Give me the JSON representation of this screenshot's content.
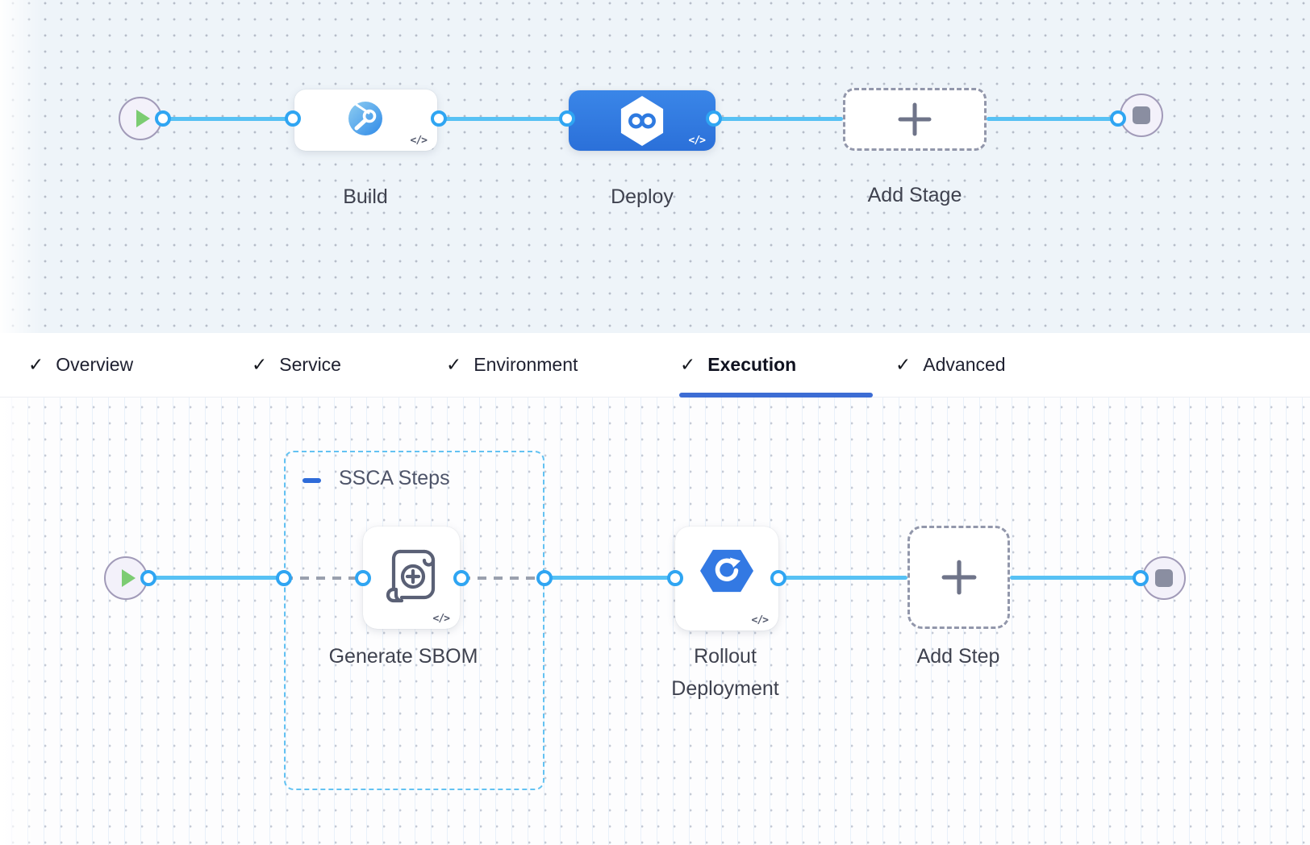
{
  "stage_pipeline": {
    "nodes": [
      {
        "id": "build",
        "label": "Build",
        "code_badge": "</>"
      },
      {
        "id": "deploy",
        "label": "Deploy",
        "code_badge": "</>",
        "selected": true
      },
      {
        "id": "add-stage",
        "label": "Add Stage"
      }
    ]
  },
  "tabs": {
    "items": [
      {
        "label": "Overview",
        "check": "✓",
        "active": false
      },
      {
        "label": "Service",
        "check": "✓",
        "active": false
      },
      {
        "label": "Environment",
        "check": "✓",
        "active": false
      },
      {
        "label": "Execution",
        "check": "✓",
        "active": true
      },
      {
        "label": "Advanced",
        "check": "✓",
        "active": false
      }
    ]
  },
  "execution": {
    "group_label": "SSCA Steps",
    "steps": [
      {
        "id": "generate-sbom",
        "label": "Generate SBOM",
        "code_badge": "</>"
      },
      {
        "id": "rollout-deployment",
        "label_line1": "Rollout",
        "label_line2": "Deployment",
        "code_badge": "</>"
      },
      {
        "id": "add-step",
        "label": "Add Step"
      }
    ]
  },
  "colors": {
    "selected_stage_blue": "#2f7ce1",
    "connector_blue": "#57c1f4",
    "port_ring_blue": "#2fa5f2",
    "dashed_connector_gray": "#9aa0ae",
    "group_border_blue": "#63c2f2",
    "active_tab_underline": "#3d6dd4",
    "collapse_minus_blue": "#2e6bd9",
    "play_green": "#7ccc72",
    "end_square_gray": "#8a8ea1",
    "canvas_top_bg": "#eef4f9",
    "canvas_bottom_bg": "#fdfdfe"
  }
}
